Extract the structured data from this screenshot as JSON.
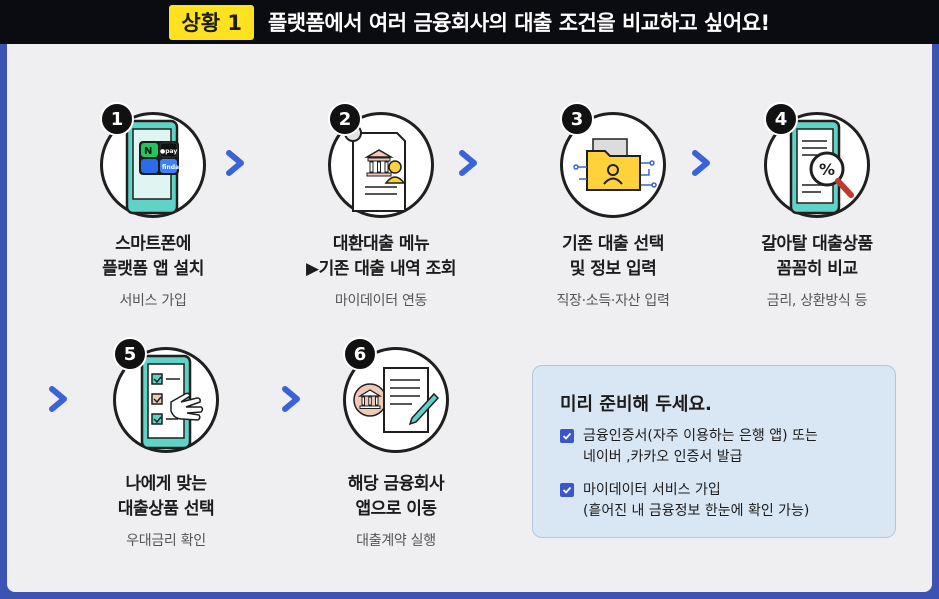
{
  "header": {
    "badge": "상황 1",
    "title": "플랫폼에서 여러 금융회사의 대출 조건을 비교하고 싶어요!"
  },
  "steps": [
    {
      "num": "1",
      "line1": "스마트폰에",
      "line2": "플랫폼 앱 설치",
      "sub": "서비스 가입",
      "icon": "smartphone-apps-icon"
    },
    {
      "num": "2",
      "line1": "대환대출 메뉴",
      "line2": "▶기존 대출 내역 조회",
      "sub": "마이데이터 연동",
      "icon": "bank-document-icon"
    },
    {
      "num": "3",
      "line1": "기존 대출 선택",
      "line2": "및 정보 입력",
      "sub": "직장·소득·자산 입력",
      "icon": "folder-user-icon"
    },
    {
      "num": "4",
      "line1": "갈아탈 대출상품",
      "line2": "꼼꼼히 비교",
      "sub": "금리, 상환방식 등",
      "icon": "percent-magnifier-icon"
    },
    {
      "num": "5",
      "line1": "나에게 맞는",
      "line2": "대출상품 선택",
      "sub": "우대금리 확인",
      "icon": "checklist-hand-icon"
    },
    {
      "num": "6",
      "line1": "해당 금융회사",
      "line2": "앱으로 이동",
      "sub": "대출계약 실행",
      "icon": "bank-contract-pen-icon"
    }
  ],
  "app_icons": {
    "n": "N",
    "pay": "●pay",
    "finda": "finda"
  },
  "note": {
    "title": "미리 준비해 두세요.",
    "items": [
      {
        "line1": "금융인증서(자주 이용하는 은행 앱) 또는",
        "line2": "네이버 ,카카오 인증서 발급"
      },
      {
        "line1": "마이데이터 서비스 가입",
        "line2": "(흩어진 내 금융정보 한눈에 확인 가능)"
      }
    ]
  },
  "colors": {
    "accent": "#3d53b3",
    "badge": "#ffe21f",
    "chevron": "#3a63d8",
    "note_bg": "#d9e6f3"
  }
}
